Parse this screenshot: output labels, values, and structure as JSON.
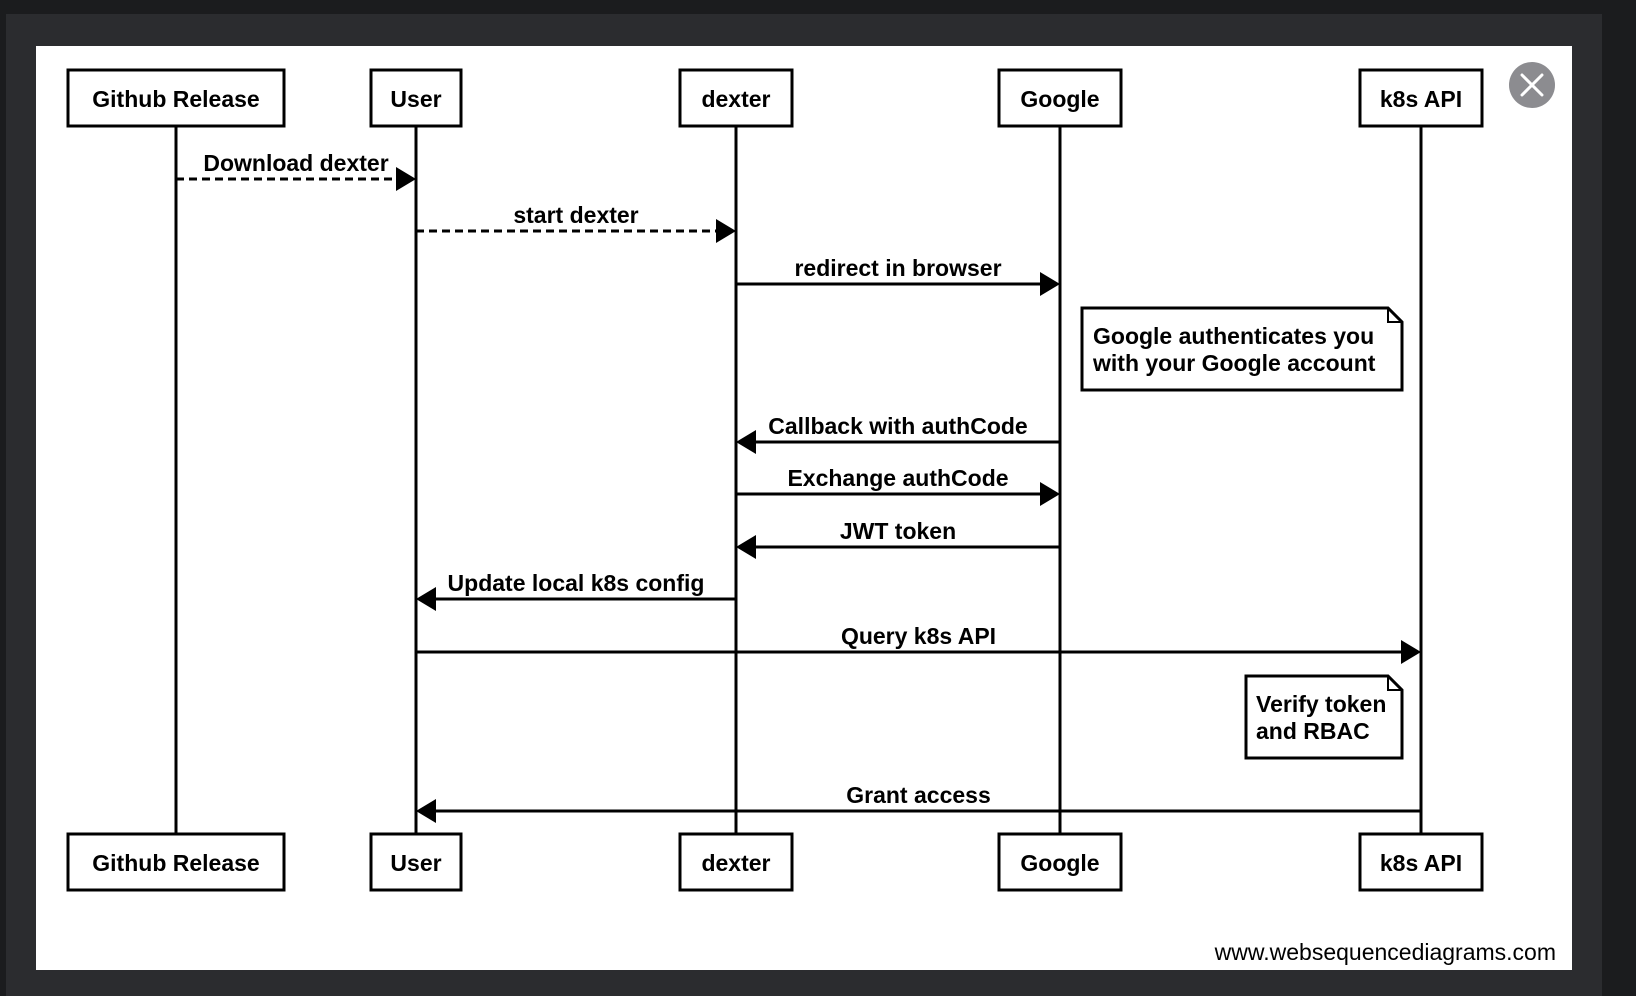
{
  "participants": [
    {
      "id": "github",
      "label": "Github Release"
    },
    {
      "id": "user",
      "label": "User"
    },
    {
      "id": "dexter",
      "label": "dexter"
    },
    {
      "id": "google",
      "label": "Google"
    },
    {
      "id": "k8s",
      "label": "k8s API"
    }
  ],
  "messages": [
    {
      "from": "github",
      "to": "user",
      "label": "Download dexter",
      "style": "dashed"
    },
    {
      "from": "user",
      "to": "dexter",
      "label": "start dexter",
      "style": "dashed"
    },
    {
      "from": "dexter",
      "to": "google",
      "label": "redirect in browser",
      "style": "solid"
    },
    {
      "from": "google",
      "to": "dexter",
      "label": "Callback with authCode",
      "style": "solid"
    },
    {
      "from": "dexter",
      "to": "google",
      "label": "Exchange authCode",
      "style": "solid"
    },
    {
      "from": "google",
      "to": "dexter",
      "label": "JWT token",
      "style": "solid"
    },
    {
      "from": "dexter",
      "to": "user",
      "label": "Update local k8s config",
      "style": "solid"
    },
    {
      "from": "user",
      "to": "k8s",
      "label": "Query k8s API",
      "style": "solid"
    },
    {
      "from": "k8s",
      "to": "user",
      "label": "Grant access",
      "style": "solid"
    }
  ],
  "notes": [
    {
      "anchor": "google",
      "lines": [
        "Google authenticates you",
        "with your Google account"
      ]
    },
    {
      "anchor": "k8s",
      "lines": [
        "Verify token",
        "and RBAC"
      ]
    }
  ],
  "watermark": "www.websequencediagrams.com",
  "close_icon": "close-icon"
}
